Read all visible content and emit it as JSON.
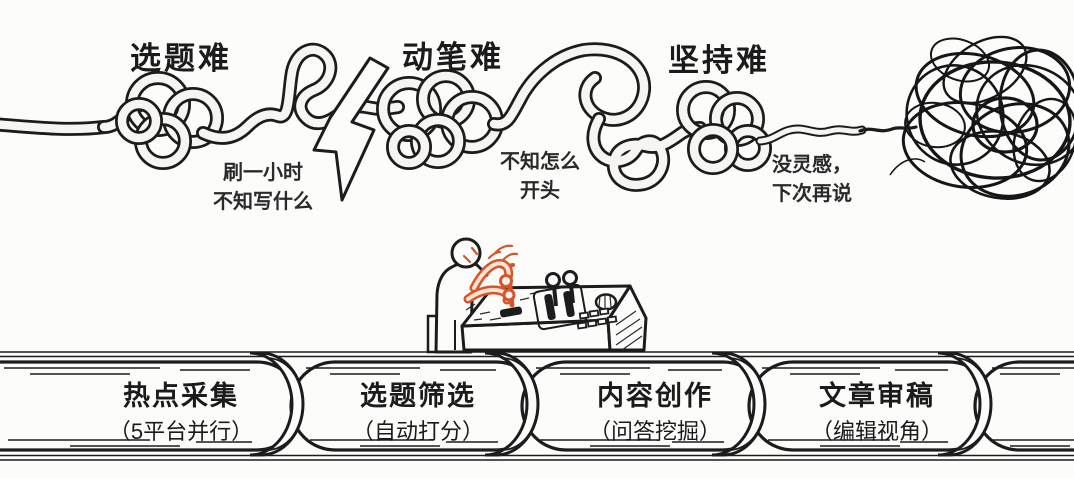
{
  "palette": {
    "ink": "#1c1c1c",
    "paper": "#fcfcfb",
    "accent_orange": "#d85429"
  },
  "pain_points": [
    {
      "title": "选题难",
      "note_lines": [
        "刷一小时",
        "不知写什么"
      ]
    },
    {
      "title": "动笔难",
      "note_lines": [
        "不知怎么",
        "开头"
      ]
    },
    {
      "title": "坚持难",
      "note_lines": [
        "没灵感，",
        "下次再说"
      ]
    }
  ],
  "pipeline": {
    "stages": [
      {
        "title": "热点采集",
        "subtitle": "（5平台并行）"
      },
      {
        "title": "选题筛选",
        "subtitle": "（自动打分）"
      },
      {
        "title": "内容创作",
        "subtitle": "（问答挖掘）"
      },
      {
        "title": "文章审稿",
        "subtitle": "（编辑视角）"
      }
    ]
  }
}
